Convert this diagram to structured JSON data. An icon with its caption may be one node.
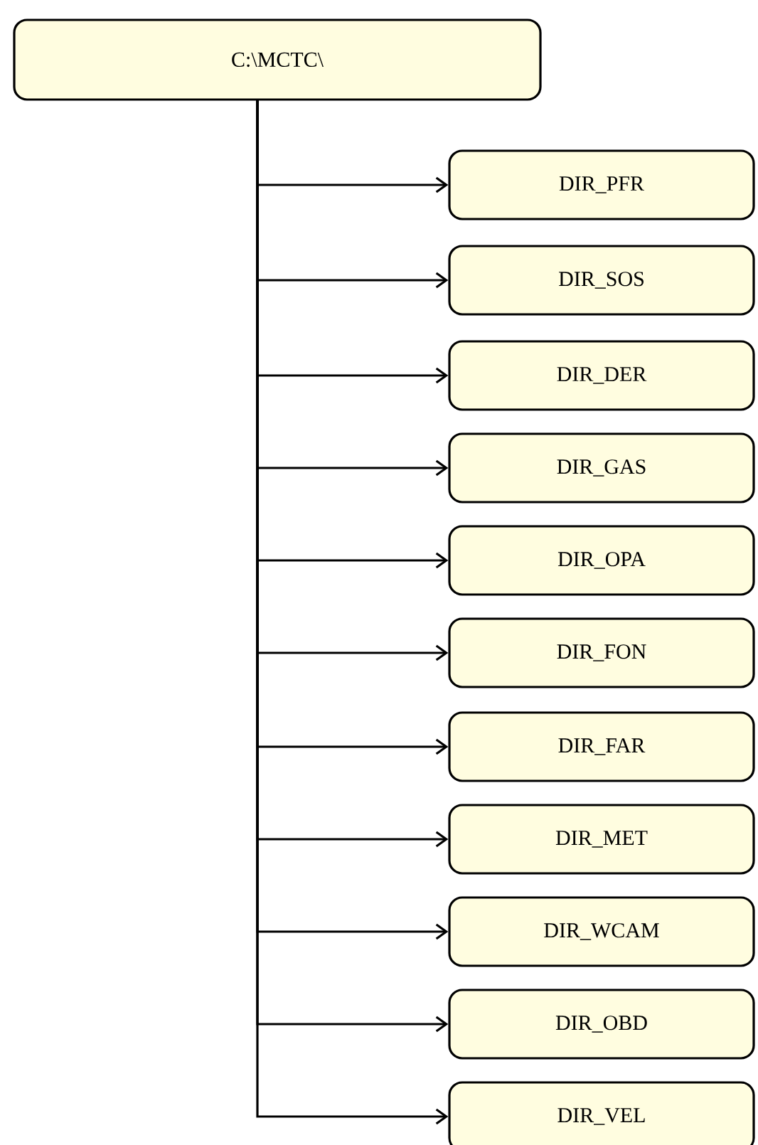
{
  "diagram": {
    "nodes": [
      {
        "text": [
          "C:\\MCTC\\"
        ]
      },
      {
        "text": [
          "DIR_PFR"
        ]
      },
      {
        "text": [
          "DIR_SOS"
        ]
      },
      {
        "text": [
          "DIR_DER"
        ]
      },
      {
        "text": [
          "DIR_GAS"
        ]
      },
      {
        "text": [
          "DIR_OPA"
        ]
      },
      {
        "text": [
          "DIR_FON"
        ]
      },
      {
        "text": [
          "DIR_FAR"
        ]
      },
      {
        "text": [
          "DIR_MET"
        ]
      },
      {
        "text": [
          "DIR_WCAM"
        ]
      },
      {
        "text": [
          "DIR_OBD"
        ]
      },
      {
        "text": [
          "DIR_VEL"
        ]
      }
    ],
    "edges": [
      {
        "from": 0,
        "to": 1,
        "arrow": "to"
      },
      {
        "from": 0,
        "to": 2,
        "arrow": "to"
      },
      {
        "from": 0,
        "to": 3,
        "arrow": "to"
      },
      {
        "from": 0,
        "to": 4,
        "arrow": "to"
      },
      {
        "from": 0,
        "to": 5,
        "arrow": "to"
      },
      {
        "from": 0,
        "to": 6,
        "arrow": "to"
      },
      {
        "from": 0,
        "to": 7,
        "arrow": "to"
      },
      {
        "from": 0,
        "to": 8,
        "arrow": "to"
      },
      {
        "from": 0,
        "to": 9,
        "arrow": "to"
      },
      {
        "from": 0,
        "to": 10,
        "arrow": "to"
      },
      {
        "from": 0,
        "to": 11,
        "arrow": "to"
      }
    ]
  }
}
